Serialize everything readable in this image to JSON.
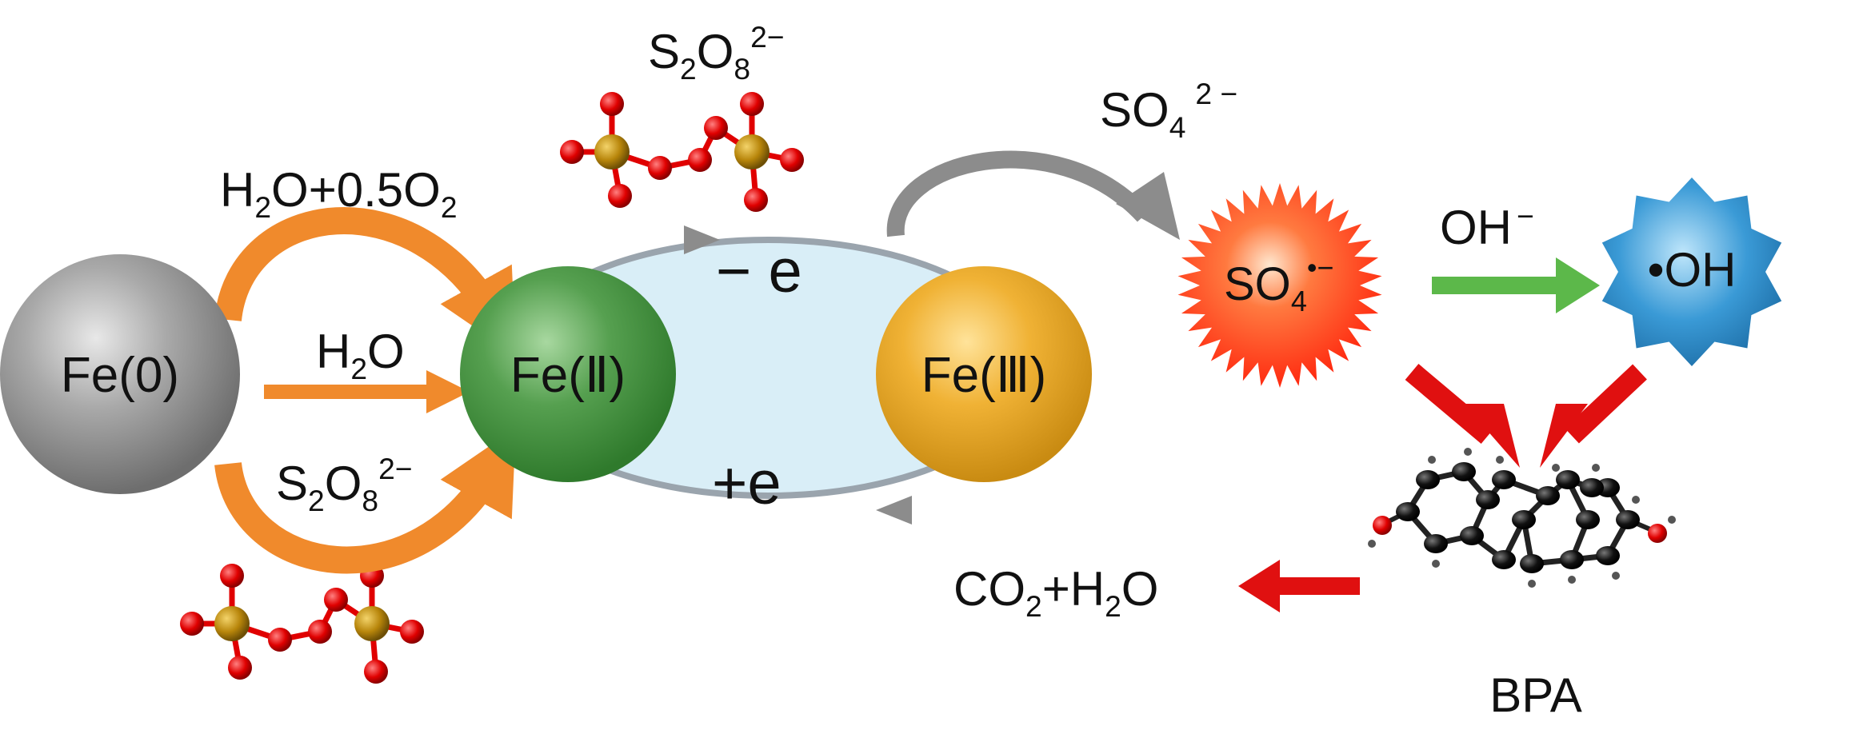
{
  "nodes": {
    "fe0": "Fe(0)",
    "fe2": "Fe(Ⅱ)",
    "fe3": "Fe(Ⅲ)",
    "sulfate_radical": {
      "base": "SO",
      "sub": "4",
      "sup": "•−"
    },
    "hydroxyl_radical": "•OH",
    "bpa": "BPA"
  },
  "labels": {
    "water_oxygen": {
      "parts": [
        "H",
        "2",
        "O+0.5O",
        "2"
      ]
    },
    "water": {
      "parts": [
        "H",
        "2",
        "O"
      ]
    },
    "persulfate_left": {
      "base": "S",
      "sub1": "2",
      "mid": "O",
      "sub2": "8",
      "sup": "2−"
    },
    "persulfate_top": {
      "base": "S",
      "sub1": "2",
      "mid": "O",
      "sub2": "8",
      "sup": "2−"
    },
    "minus_e": "− e",
    "plus_e": "+e",
    "sulfate_ion": {
      "base": "SO",
      "sub": "4",
      "sup": "2 −"
    },
    "hydroxide": {
      "base": "OH",
      "sup": "−"
    },
    "products": {
      "parts": [
        "CO",
        "2",
        "+H",
        "2",
        "O"
      ]
    }
  },
  "colors": {
    "fe0": "#9e9e9e",
    "fe2": "#4f9a4a",
    "fe3": "#e5a52a",
    "cycle_fill": "#d9eef7",
    "cycle_stroke": "#9aa4ad",
    "orange_arrow": "#f08a2c",
    "gray_arrow": "#8c8c8c",
    "green_arrow": "#5cb84a",
    "red_arrow": "#e01010",
    "sulfate_radical": "#ff3a1a",
    "hydroxyl_radical": "#2a8cc8",
    "oxygen_atom": "#e00000",
    "sulfur_atom": "#b8860b",
    "carbon_atom": "#111111"
  }
}
